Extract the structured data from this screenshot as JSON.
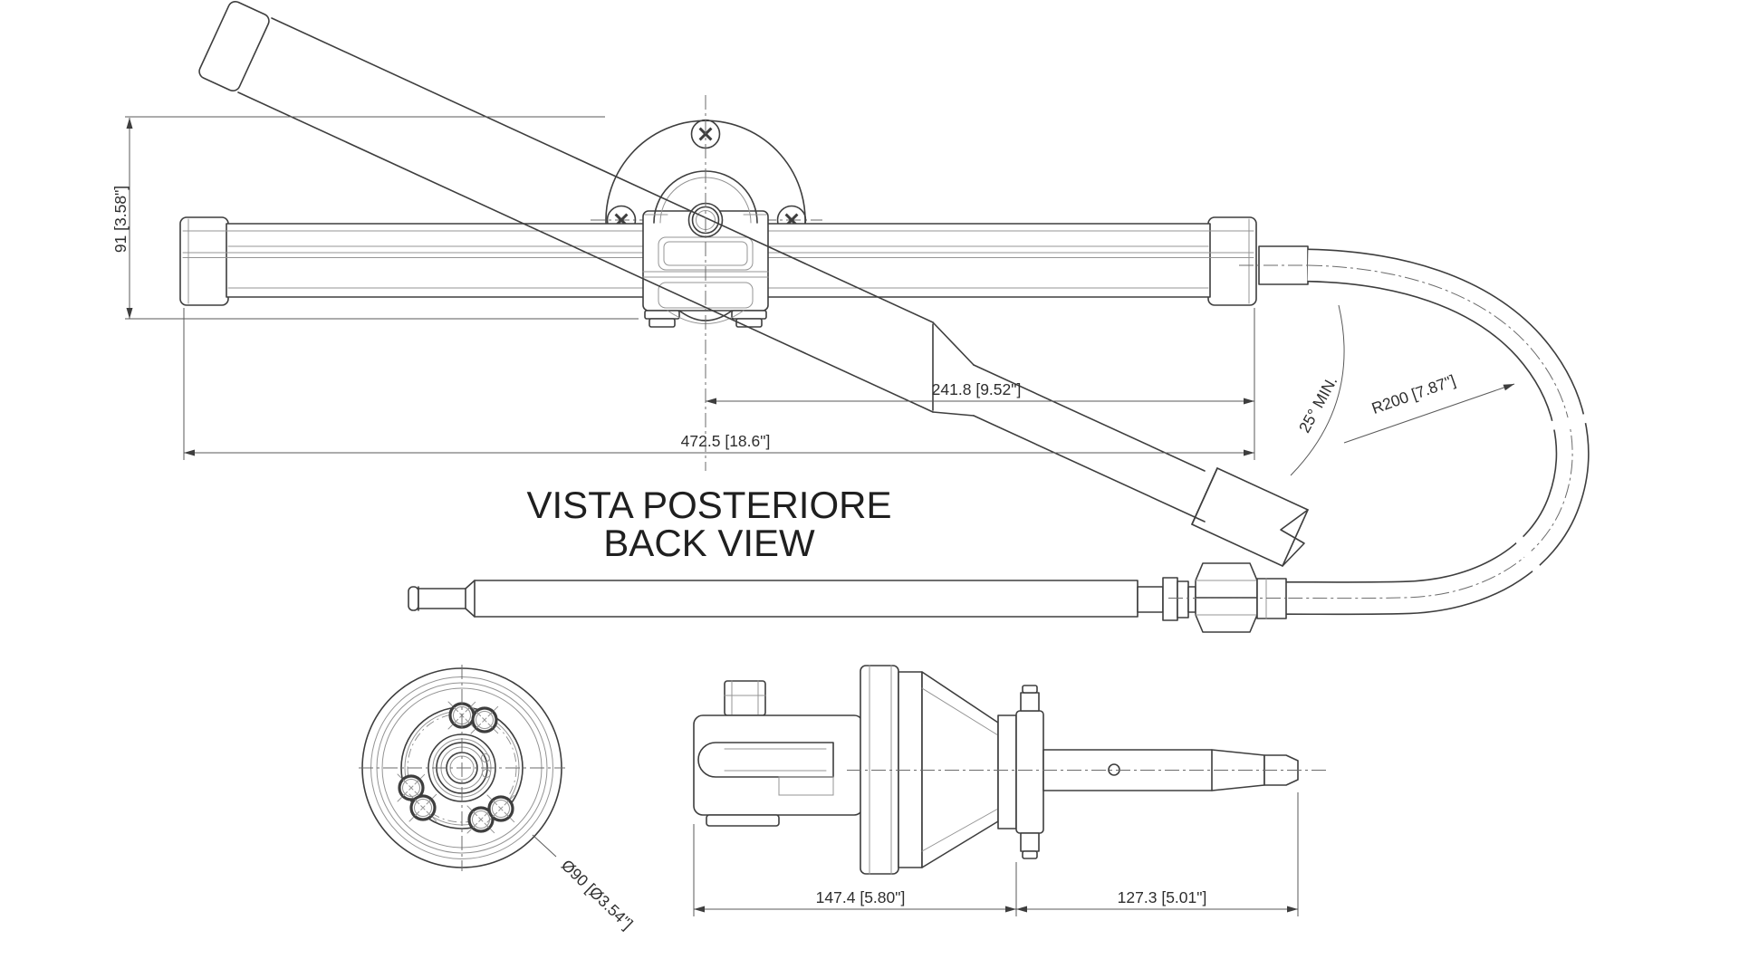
{
  "drawing": {
    "titles": {
      "italian": "VISTA POSTERIORE",
      "english": "BACK VIEW"
    },
    "back_view": {
      "height_dim": "91 [3.58\"]",
      "center_to_end_dim": "241.8 [9.52\"]",
      "overall_length_dim": "472.5 [18.6\"]",
      "cable_min_angle": "25° MIN.",
      "cable_bend_radius": "R200 [7.87\"]"
    },
    "front_view": {
      "flange_diameter": "Ø90 [Ø3.54\"]"
    },
    "helm_side_view": {
      "body_length_dim": "147.4 [5.80\"]",
      "shaft_length_dim": "127.3 [5.01\"]"
    }
  }
}
